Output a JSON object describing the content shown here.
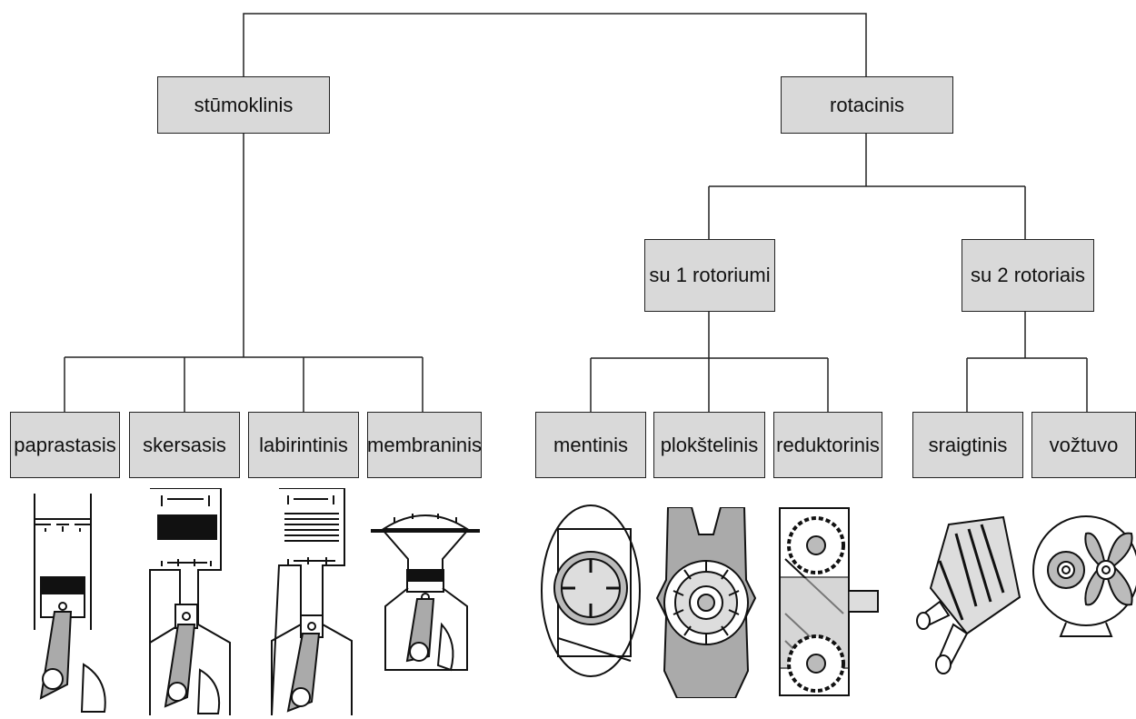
{
  "diagram": {
    "level1": {
      "left": "stūmoklinis",
      "right": "rotacinis"
    },
    "level2": {
      "one_rotor": "su 1 rotoriumi",
      "two_rotors": "su 2 rotoriais"
    },
    "piston_types": [
      "paprastasis",
      "skersasis",
      "labirintinis",
      "membraninis"
    ],
    "one_rotor_types": [
      "mentinis",
      "plokštelinis",
      "reduktorinis"
    ],
    "two_rotor_types": [
      "sraigtinis",
      "vožtuvo"
    ]
  },
  "icons": [
    "simple-piston-compressor-icon",
    "crosshead-piston-compressor-icon",
    "labyrinth-piston-compressor-icon",
    "diaphragm-compressor-icon",
    "vane-compressor-icon",
    "sliding-vane-compressor-icon",
    "gear-compressor-icon",
    "screw-compressor-icon",
    "lobe-compressor-icon"
  ],
  "colors": {
    "box_fill": "#d9d9d9",
    "line": "#222222"
  }
}
